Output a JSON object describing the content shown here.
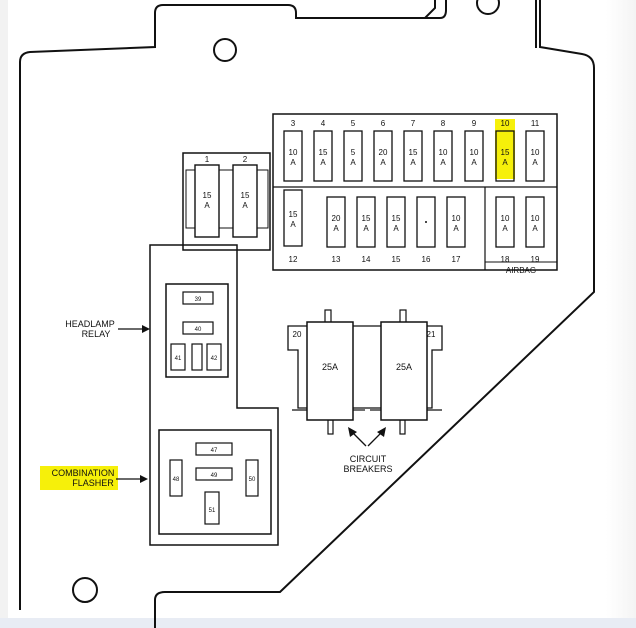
{
  "labels": {
    "headlamp_relay": [
      "HEADLAMP",
      "RELAY"
    ],
    "combination_flasher": [
      "COMBINATION",
      "FLASHER"
    ],
    "circuit_breakers": [
      "CIRCUIT",
      "BREAKERS"
    ],
    "airbag": "AIRBAG"
  },
  "colors": {
    "highlight": "#f6f00a",
    "line": "#111111",
    "paper": "#ffffff"
  },
  "top_row_fuses": [
    {
      "slot": "3",
      "amp": "10"
    },
    {
      "slot": "4",
      "amp": "15"
    },
    {
      "slot": "5",
      "amp": "5"
    },
    {
      "slot": "6",
      "amp": "20"
    },
    {
      "slot": "7",
      "amp": "15"
    },
    {
      "slot": "8",
      "amp": "10"
    },
    {
      "slot": "9",
      "amp": "10"
    },
    {
      "slot": "10",
      "amp": "15",
      "highlighted": true
    },
    {
      "slot": "11",
      "amp": "10"
    }
  ],
  "bottom_row_fuses": [
    {
      "slot": "12",
      "amp": "15"
    },
    {
      "slot": "13",
      "amp": "20"
    },
    {
      "slot": "14",
      "amp": "15"
    },
    {
      "slot": "15",
      "amp": "15"
    },
    {
      "slot": "16",
      "amp": ""
    },
    {
      "slot": "17",
      "amp": "10"
    },
    {
      "slot": "18",
      "amp": "10"
    },
    {
      "slot": "19",
      "amp": "10"
    }
  ],
  "left_fuses": [
    {
      "slot": "1",
      "amp": "15"
    },
    {
      "slot": "2",
      "amp": "15"
    }
  ],
  "amp_unit": "A",
  "headlamp_relay_terminals": [
    "39",
    "40",
    "41",
    "42"
  ],
  "flasher_terminals": [
    "47",
    "49",
    "48",
    "50",
    "51"
  ],
  "circuit_breakers": [
    {
      "slot": "20",
      "rating": "25A"
    },
    {
      "slot": "21",
      "rating": "25A"
    }
  ]
}
